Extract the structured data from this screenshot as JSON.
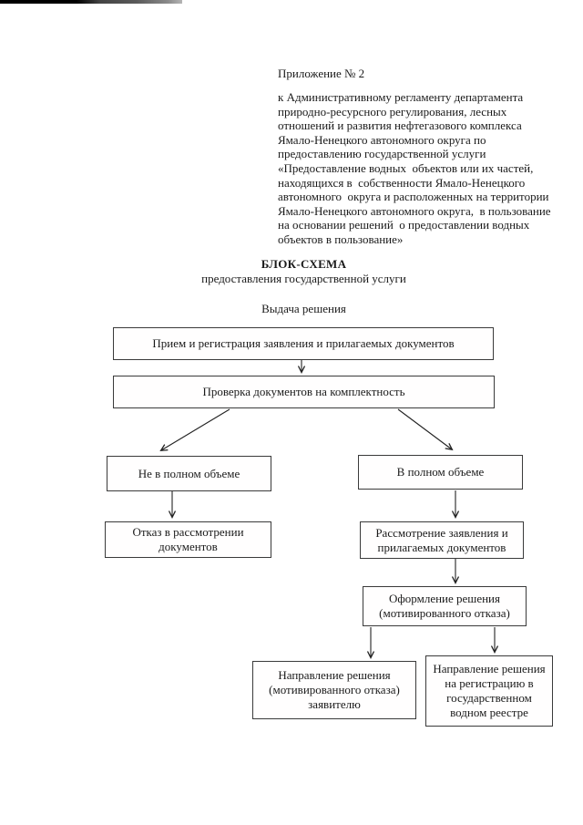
{
  "header": {
    "appendix_label": "Приложение № 2",
    "regulation_reference": "к Административному регламенту департамента\nприродно-ресурсного регулирования, лесных\nотношений и развития нефтегазового комплекса\nЯмало-Ненецкого автономного округа по\nпредоставлению государственной услуги\n«Предоставление водных  объектов или их частей,\nнаходящихся в  собственности Ямало-Ненецкого\nавтономного  округа и расположенных на территории\nЯмало-Ненецкого автономного округа,  в пользование\nна основании решений  о предоставлении водных\nобъектов в пользование»"
  },
  "scheme": {
    "title": "БЛОК-СХЕМА",
    "subtitle": "предоставления государственной услуги",
    "section_label": "Выдача решения"
  },
  "flowchart": {
    "nodes": [
      {
        "id": "receive-registration",
        "label": "Прием и регистрация заявления и прилагаемых документов"
      },
      {
        "id": "check-completeness",
        "label": "Проверка документов на комплектность"
      },
      {
        "id": "not-complete",
        "label": "Не в полном объеме"
      },
      {
        "id": "complete",
        "label": "В полном объеме"
      },
      {
        "id": "refusal-to-review",
        "label": "Отказ в рассмотрении\nдокументов"
      },
      {
        "id": "review-application",
        "label": "Рассмотрение заявления и\nприлагаемых документов"
      },
      {
        "id": "issue-decision",
        "label": "Оформление решения\n(мотивированного отказа)"
      },
      {
        "id": "send-to-applicant",
        "label": "Направление решения\n(мотивированного отказа)\nзаявителю"
      },
      {
        "id": "send-to-registry",
        "label": "Направление решения\nна регистрацию в\nгосударственном\nводном реестре"
      }
    ]
  },
  "colors": {
    "text": "#1a1a1a",
    "box_border": "#3a3a3a",
    "background": "#ffffff"
  }
}
